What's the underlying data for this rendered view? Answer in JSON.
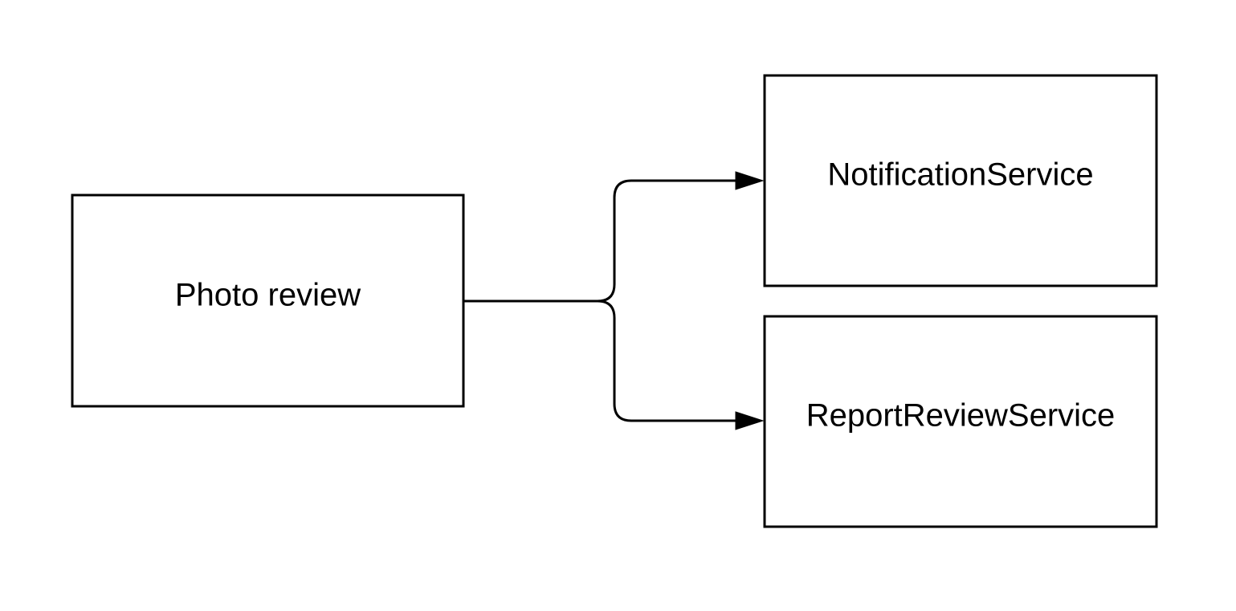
{
  "nodes": {
    "photo_review": {
      "label": "Photo review"
    },
    "notification_service": {
      "label": "NotificationService"
    },
    "report_review_service": {
      "label": "ReportReviewService"
    }
  },
  "edges": [
    {
      "from": "Photo review",
      "to": "NotificationService"
    },
    {
      "from": "Photo review",
      "to": "ReportReviewService"
    }
  ],
  "colors": {
    "stroke": "#000000",
    "background": "#ffffff"
  }
}
